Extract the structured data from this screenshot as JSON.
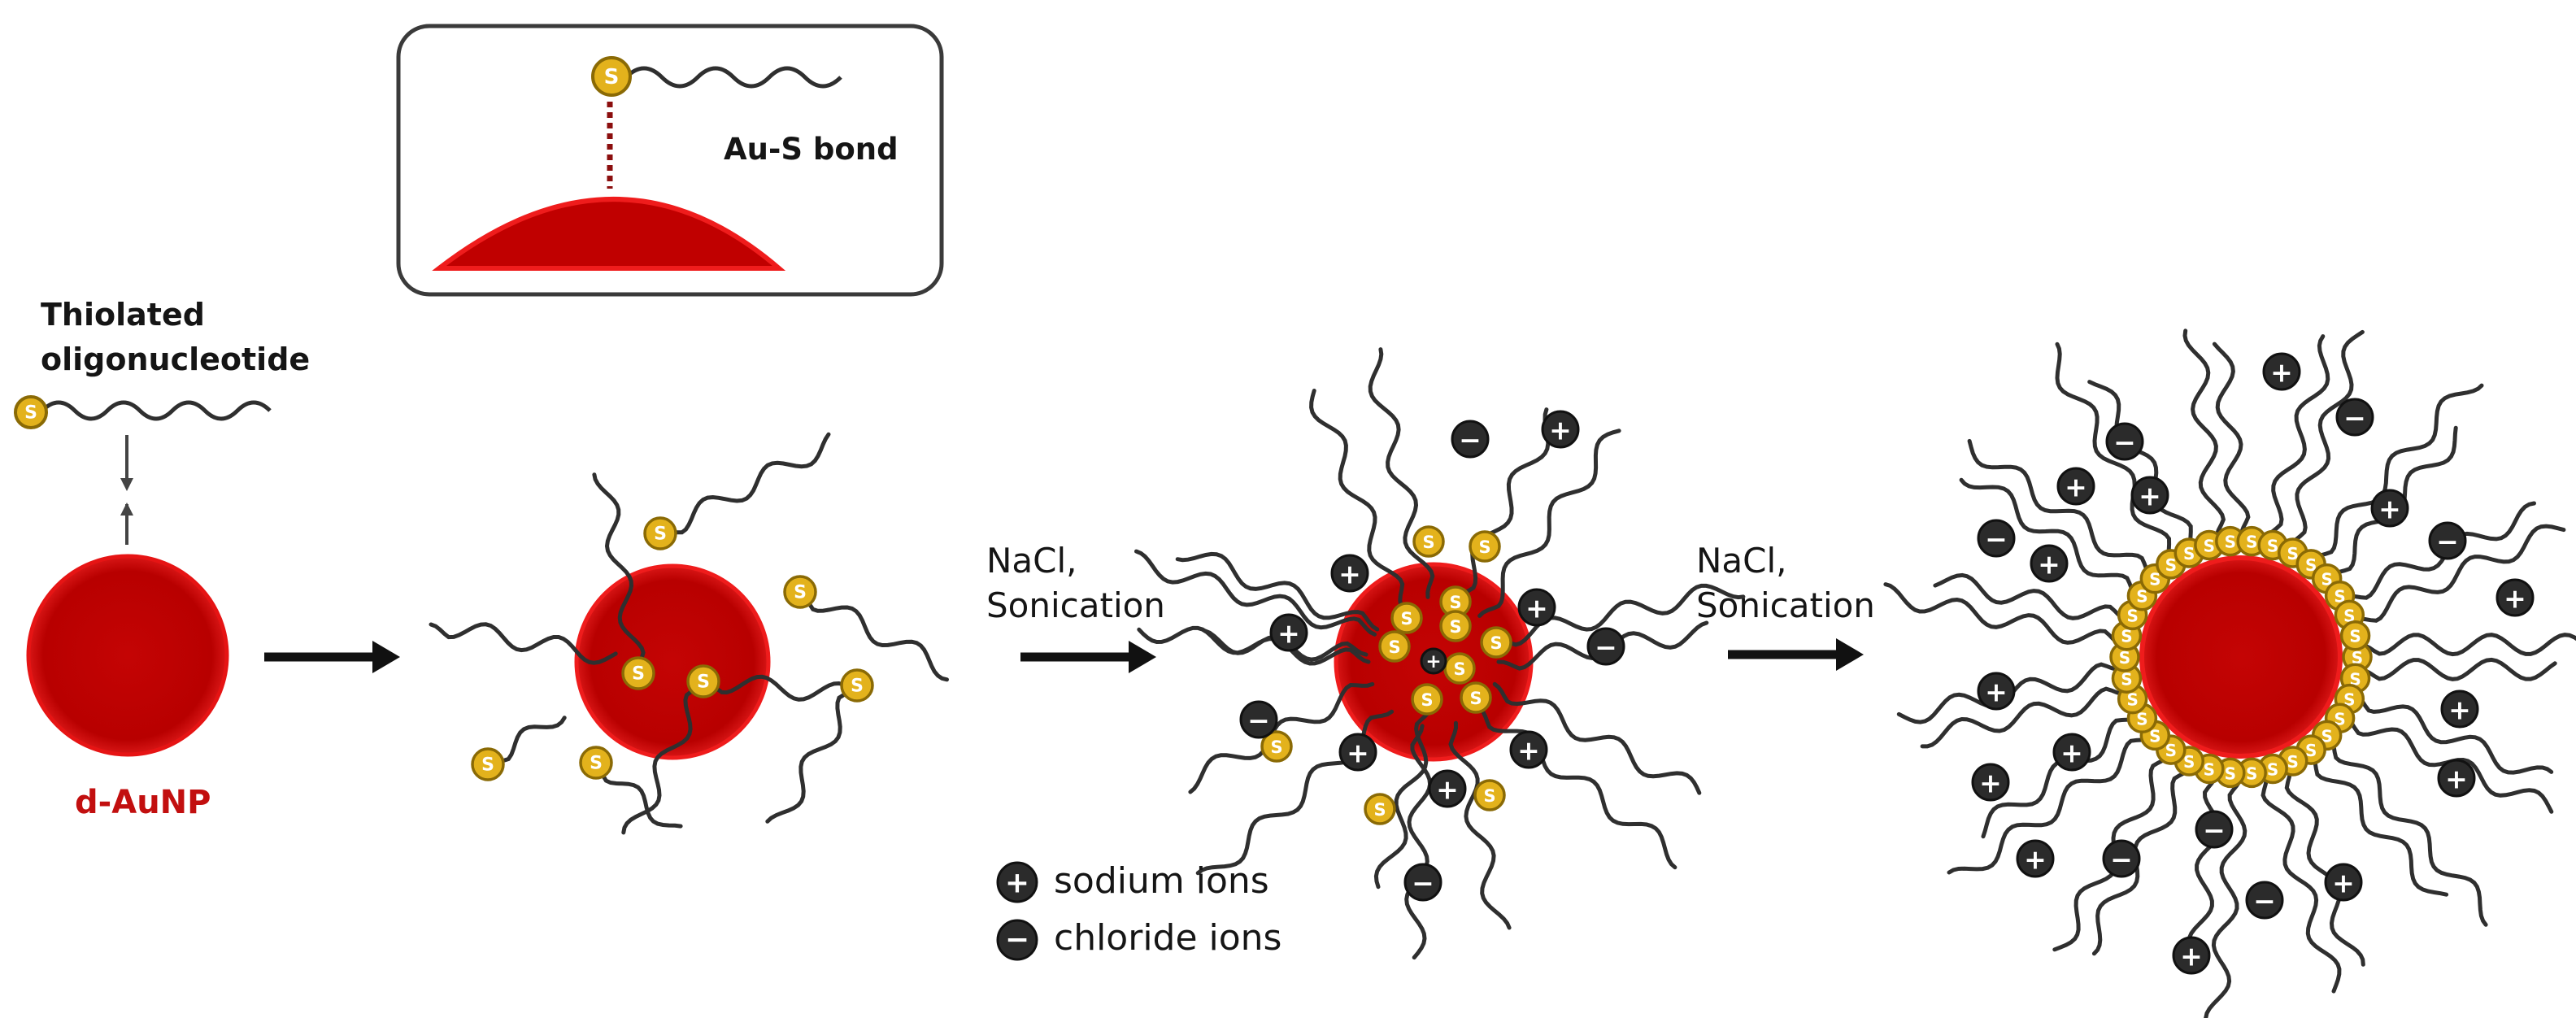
{
  "inset": {
    "bond_label": "Au-S bond"
  },
  "thiol_label_line1": "Thiolated",
  "thiol_label_line2": "oligonucleotide",
  "particle_label": "d-AuNP",
  "step1": {
    "line1": "NaCl,",
    "line2": "Sonication"
  },
  "step2": {
    "line1": "NaCl,",
    "line2": "Sonication"
  },
  "thiol_symbol": "S",
  "legend": {
    "sodium_symbol": "+",
    "sodium_label": "sodium ions",
    "chloride_symbol": "−",
    "chloride_label": "chloride ions"
  },
  "colors": {
    "gold_core": "#c00000",
    "gold_rim": "#ef1c1c",
    "thiol_fill": "#e3b21c",
    "thiol_stroke": "#8a6a05",
    "strand": "#2f2f2f",
    "ion": "#2b2b2b",
    "label_red": "#c20f0f"
  }
}
